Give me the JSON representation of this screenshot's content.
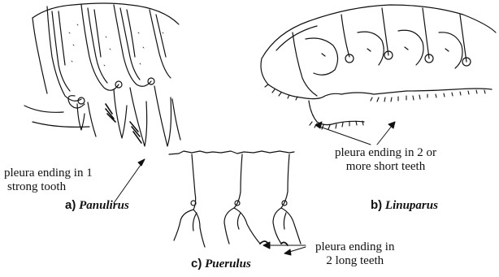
{
  "panels": [
    {
      "id": "a",
      "letter": "a)",
      "genus": "Panulirus",
      "note_lines": [
        "pleura ending in 1",
        "strong tooth"
      ]
    },
    {
      "id": "b",
      "letter": "b)",
      "genus": "Linuparus",
      "note_lines": [
        "pleura ending in 2 or",
        "more short teeth"
      ]
    },
    {
      "id": "c",
      "letter": "c)",
      "genus": "Puerulus",
      "note_lines": [
        "pleura ending in",
        "2 long teeth"
      ]
    }
  ]
}
